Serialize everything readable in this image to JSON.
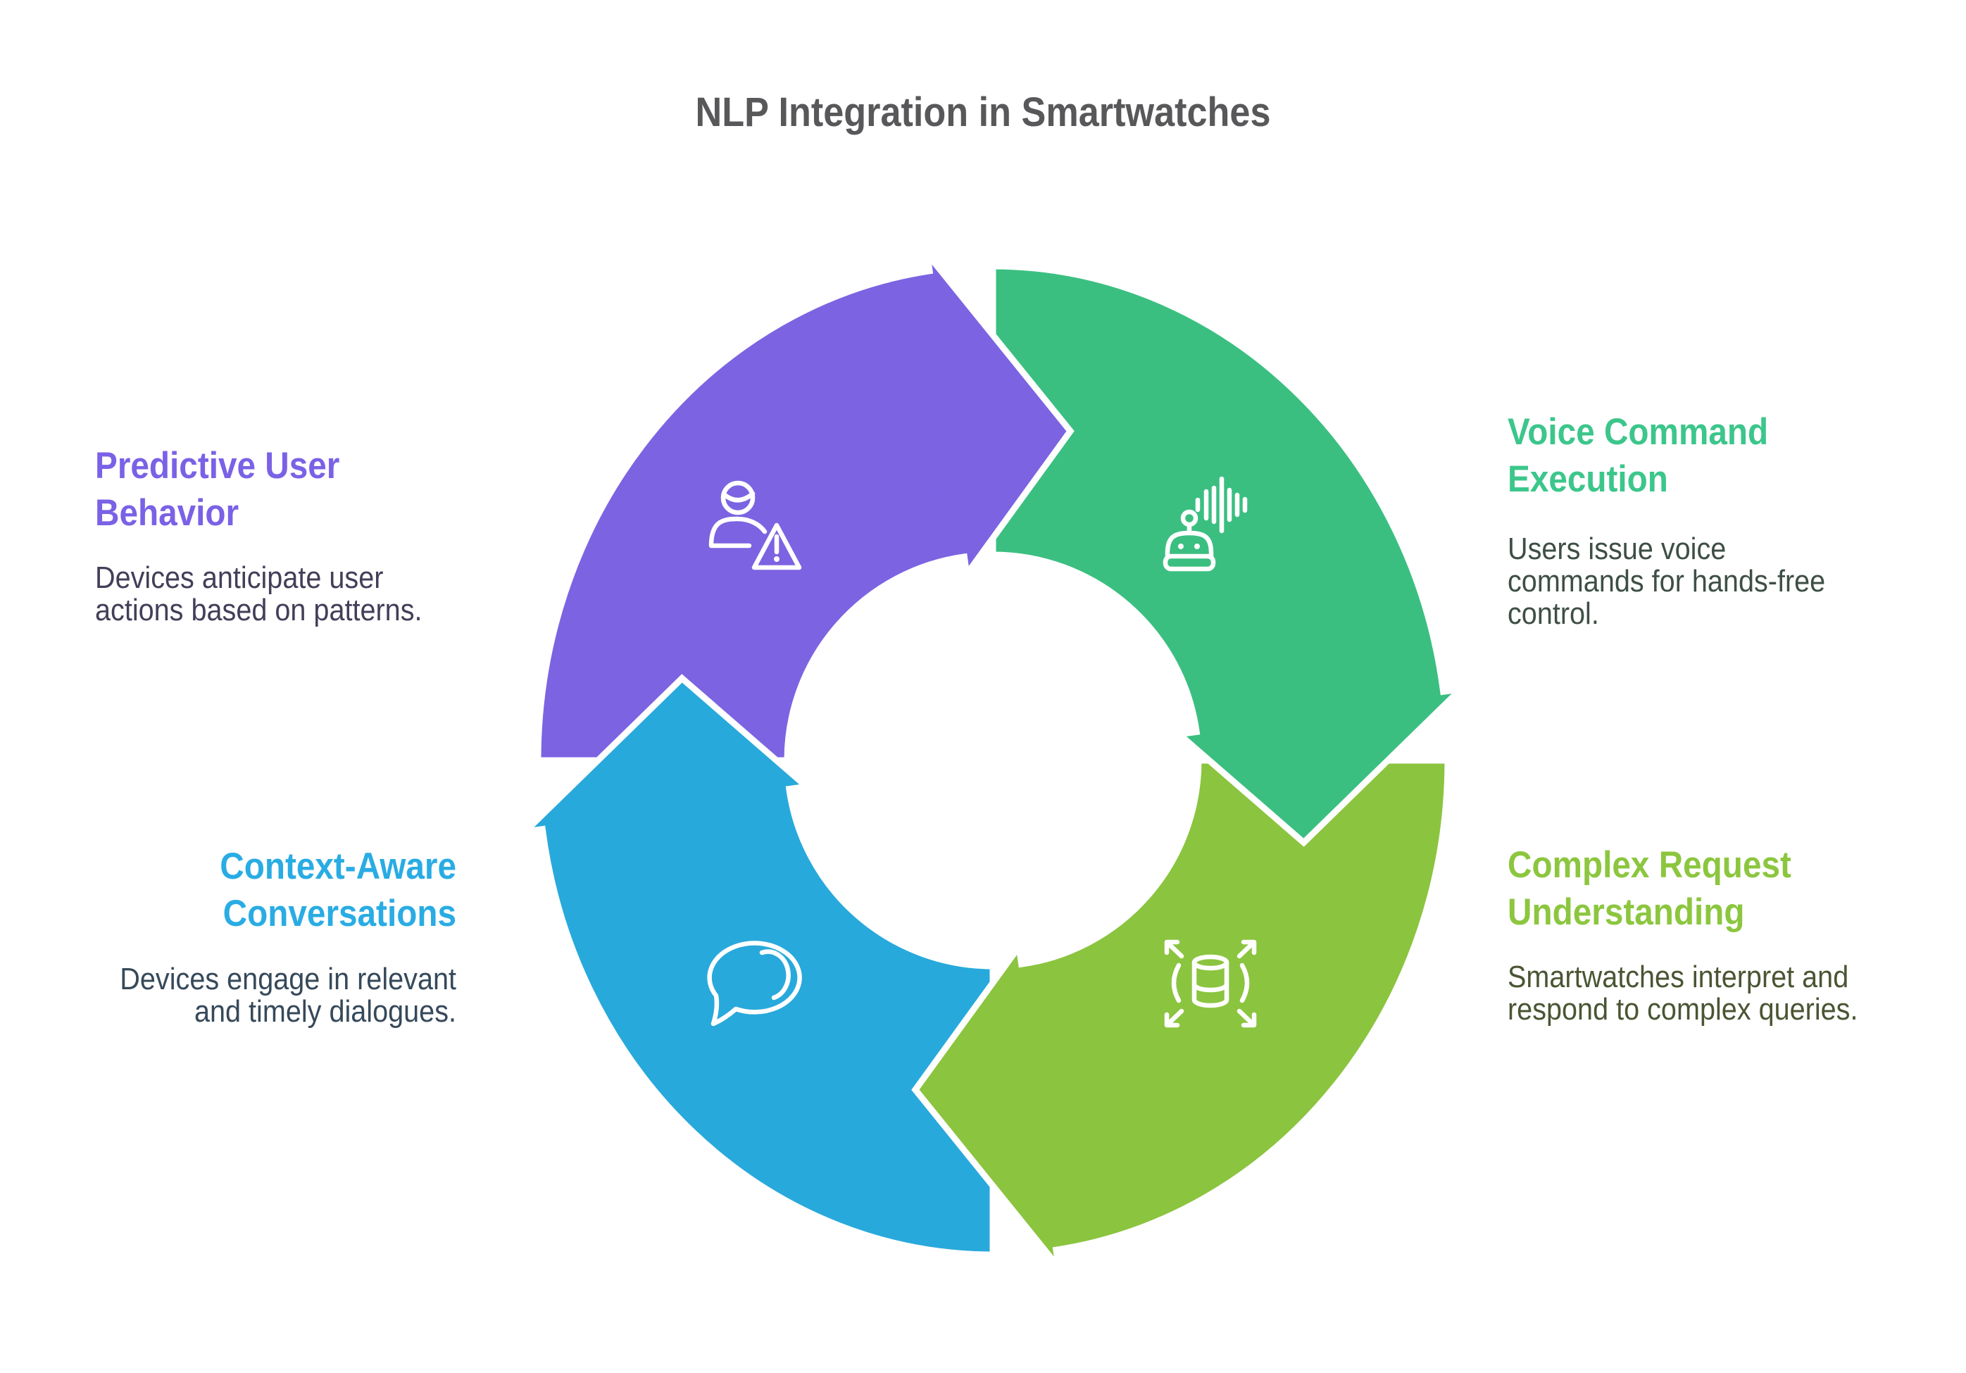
{
  "title": "NLP Integration in Smartwatches",
  "colors": {
    "title_text": "#58585A",
    "purple": "#7C63E2",
    "green": "#3BBF81",
    "blue": "#28A9DC",
    "lime": "#8BC43F"
  },
  "sections": {
    "predictive": {
      "heading": "Predictive User\nBehavior",
      "body": "Devices anticipate user\nactions based on patterns.",
      "heading_color": "#7B61E6",
      "body_color": "#443E59",
      "icon": "user-alert-icon"
    },
    "voice": {
      "heading": "Voice Command\nExecution",
      "body": "Users issue voice\ncommands for hands-free\ncontrol.",
      "heading_color": "#3CC68B",
      "body_color": "#3E4F45",
      "icon": "robot-voice-icon"
    },
    "context": {
      "heading": "Context-Aware\nConversations",
      "body": "Devices engage in relevant\nand timely dialogues.",
      "heading_color": "#29ACE3",
      "body_color": "#36495A",
      "icon": "speech-bubble-icon"
    },
    "complex": {
      "heading": "Complex Request\nUnderstanding",
      "body": "Smartwatches interpret and\nrespond to complex queries.",
      "heading_color": "#8CC63F",
      "body_color": "#4A5533",
      "icon": "data-expand-icon"
    }
  }
}
